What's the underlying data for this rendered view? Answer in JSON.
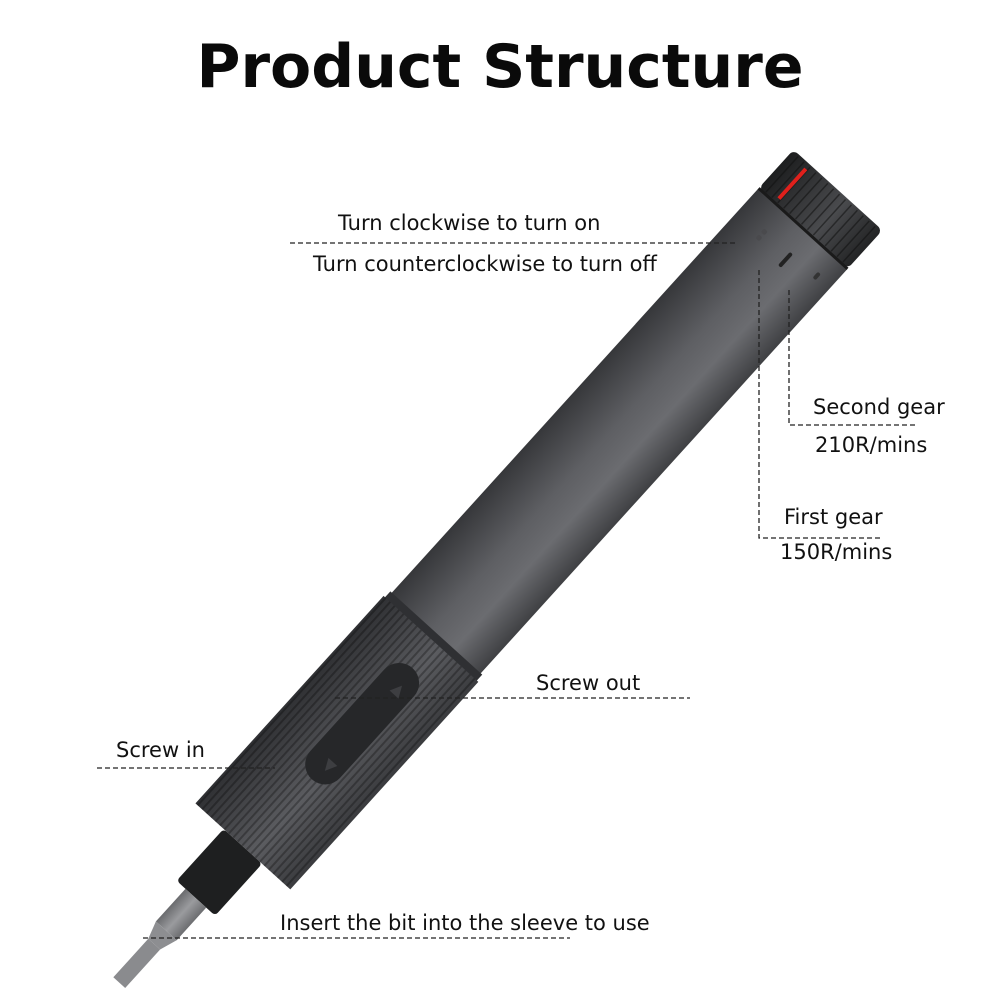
{
  "title": "Product Structure",
  "annotations": {
    "power_on": "Turn clockwise to turn on",
    "power_off": "Turn counterclockwise to turn off",
    "second_gear": "Second gear",
    "second_gear_speed": "210R/mins",
    "first_gear": "First gear",
    "first_gear_speed": "150R/mins",
    "screw_out": "Screw out",
    "screw_in": "Screw in",
    "insert_bit": "Insert the bit into the sleeve to use"
  },
  "colors": {
    "background": "#ffffff",
    "body": "#5a5b5e",
    "cap": "#2e2f31",
    "indicator": "#e0201c",
    "text": "#111111"
  }
}
